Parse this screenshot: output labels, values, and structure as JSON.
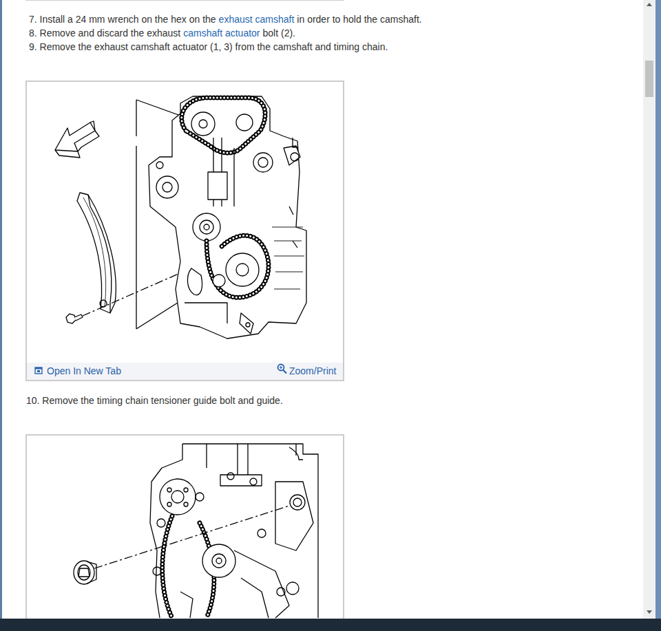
{
  "diagram": {
    "labels": [
      "7. Install a 24 mm wrench on the hex on the",
      "exhaust camshaft",
      "in order to hold the camshaft.",
      "8. Remove and discard the exhaust",
      "camshaft actuator",
      "bolt (2).",
      "9. Remove the exhaust camshaft actuator (1, 3) from the camshaft and timing chain.",
      "Open In New Tab",
      "Zoom/Print",
      "10. Remove the timing chain tensioner guide bolt and guide."
    ]
  }
}
